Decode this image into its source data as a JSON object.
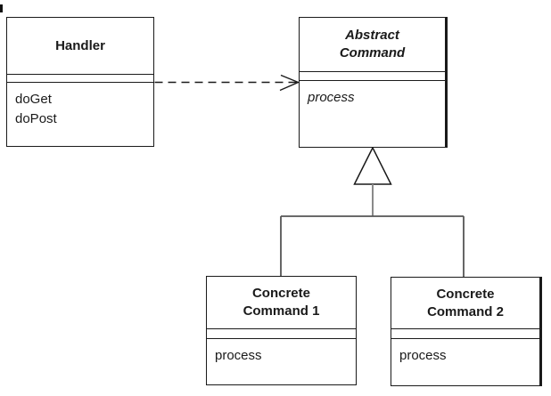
{
  "diagram": {
    "type": "uml-class-diagram",
    "background_color": "#ffffff",
    "box_border_color": "#1a1a1a",
    "text_color": "#1a1a1a",
    "tree_connector_color": "#555555",
    "classes": [
      {
        "id": "handler",
        "title": "Handler",
        "title_style": "bold",
        "attributes": [],
        "methods": [
          "doGet",
          "doPost"
        ],
        "methods_style": "regular"
      },
      {
        "id": "abstract-command",
        "title": "Abstract\nCommand",
        "title_style": "bold-italic",
        "attributes": [],
        "methods": [
          "process"
        ],
        "methods_style": "italic"
      },
      {
        "id": "concrete-command-1",
        "title": "Concrete\nCommand 1",
        "title_style": "bold",
        "attributes": [],
        "methods": [
          "process"
        ],
        "methods_style": "regular"
      },
      {
        "id": "concrete-command-2",
        "title": "Concrete\nCommand 2",
        "title_style": "bold",
        "attributes": [],
        "methods": [
          "process"
        ],
        "methods_style": "regular"
      }
    ],
    "relationships": [
      {
        "type": "dependency",
        "from": "Handler",
        "to": "Abstract Command",
        "line_style": "dashed",
        "arrowhead": "open"
      },
      {
        "type": "generalization",
        "parent": "Abstract Command",
        "children": [
          "Concrete Command 1",
          "Concrete Command 2"
        ],
        "arrowhead": "hollow-triangle"
      }
    ]
  }
}
